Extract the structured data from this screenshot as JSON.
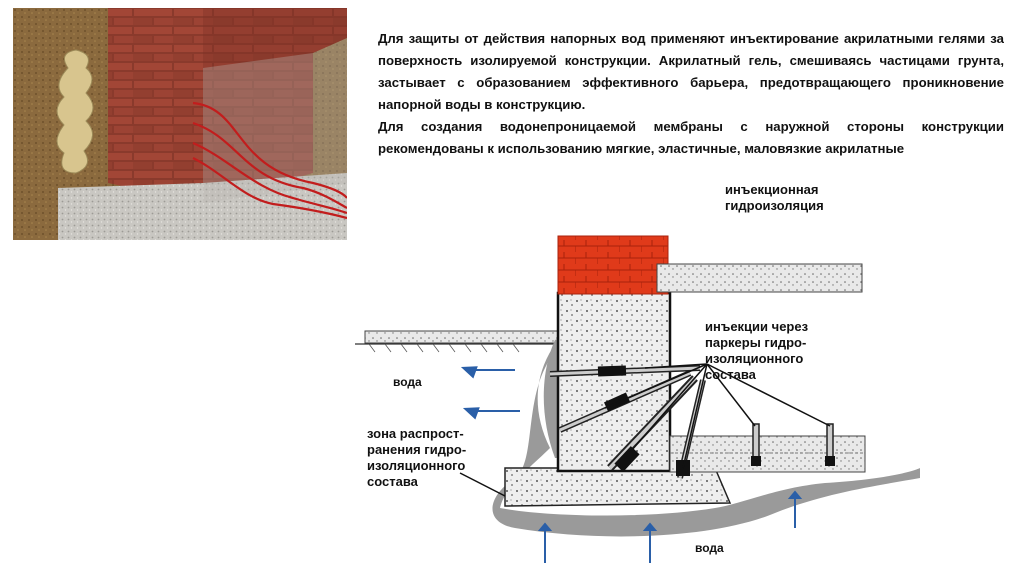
{
  "text": {
    "paragraph1": "Для защиты от действия напорных вод применяют инъектирование акрилатными гелями за поверхность изолируемой конструкции. Акрилатный гель, смешиваясь частицами грунта, застывает с образованием эффективного барьера, предотвращающего проникновение напорной воды в конструкцию.",
    "paragraph2": "Для создания водонепроницаемой мембраны с наружной стороны конструкции рекомендованы к использованию мягкие, эластичные, маловязкие акрилатные"
  },
  "diagram": {
    "title_line1": "инъекционная",
    "title_line2": "гидроизоляция",
    "packers_line1": "инъекции через",
    "packers_line2": "паркеры гидро-",
    "packers_line3": "изоляционного",
    "packers_line4": "состава",
    "zone_line1": "зона распрост-",
    "zone_line2": "ранения гидро-",
    "zone_line3": "изоляционного",
    "zone_line4": "состава",
    "water_left": "вода",
    "water_bottom": "вода"
  }
}
